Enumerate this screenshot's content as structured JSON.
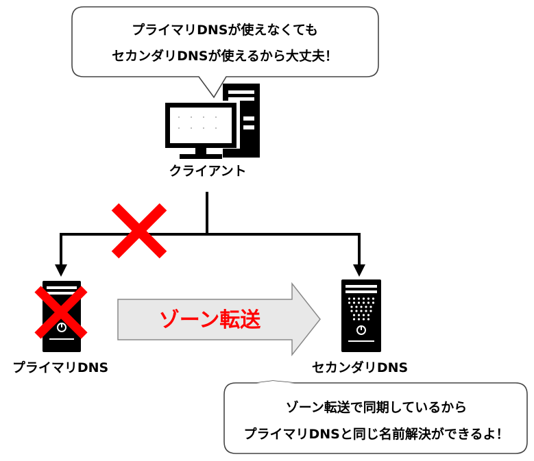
{
  "top_bubble": {
    "line1": "プライマリDNSが使えなくても",
    "line2": "セカンダリDNSが使えるから大丈夫！"
  },
  "client_label": "クライアント",
  "primary_label": "プライマリDNS",
  "secondary_label": "セカンダリDNS",
  "transfer_label": "ゾーン転送",
  "bottom_bubble": {
    "line1": "ゾーン転送で同期しているから",
    "line2": "プライマリDNSと同じ名前解決ができるよ！"
  },
  "colors": {
    "cross": "#ff0000",
    "transfer_text": "#ff0000",
    "transfer_arrow_fill": "#e8e8e8",
    "server": "#000000"
  }
}
